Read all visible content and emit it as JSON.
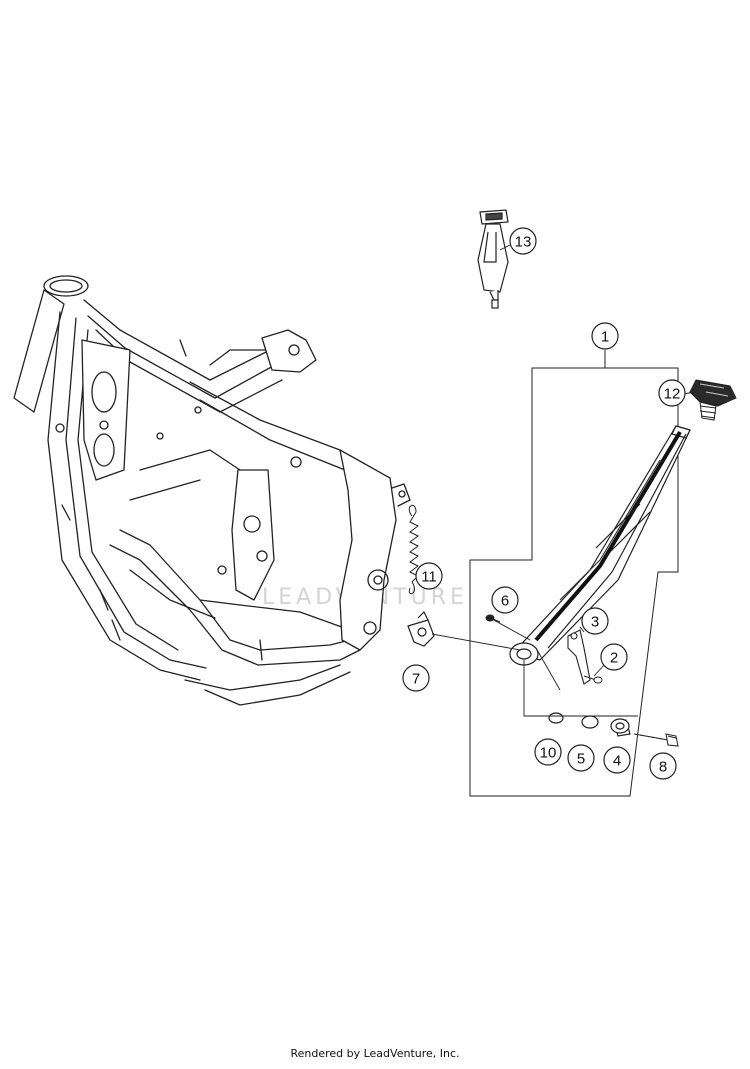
{
  "callouts": [
    {
      "id": "1",
      "label": "1"
    },
    {
      "id": "2",
      "label": "2"
    },
    {
      "id": "3",
      "label": "3"
    },
    {
      "id": "4",
      "label": "4"
    },
    {
      "id": "5",
      "label": "5"
    },
    {
      "id": "6",
      "label": "6"
    },
    {
      "id": "7",
      "label": "7"
    },
    {
      "id": "8",
      "label": "8"
    },
    {
      "id": "10",
      "label": "10"
    },
    {
      "id": "11",
      "label": "11"
    },
    {
      "id": "12",
      "label": "12"
    },
    {
      "id": "13",
      "label": "13"
    }
  ],
  "watermark": "LEADVENTURE",
  "footer": {
    "text": "Rendered by LeadVenture, Inc."
  },
  "colors": {
    "line": "#222222",
    "fill_light": "#ffffff",
    "fill_dark": "#1a1a1a",
    "watermark": "#d4d4d4"
  }
}
